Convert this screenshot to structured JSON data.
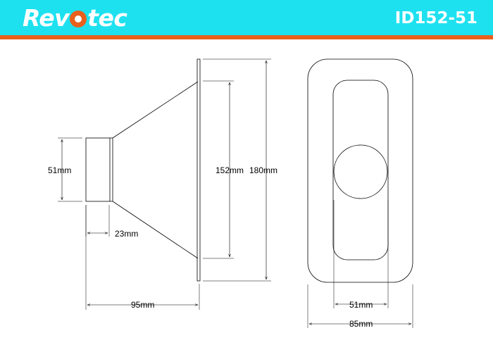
{
  "header": {
    "brand_prefix": "Rev",
    "brand_suffix": "tec",
    "product_id": "ID152-51",
    "colors": {
      "band": "#1ee1f0",
      "stripe": "#e8601c",
      "logo_o": "#e8601c",
      "text": "#ffffff"
    }
  },
  "side_view": {
    "dimensions": {
      "small_end_height": "51mm",
      "collar_length": "23mm",
      "inner_height": "152mm",
      "flange_height": "180mm",
      "overall_length": "95mm"
    }
  },
  "front_view": {
    "dimensions": {
      "outlet_width": "51mm",
      "flange_width": "85mm"
    }
  }
}
